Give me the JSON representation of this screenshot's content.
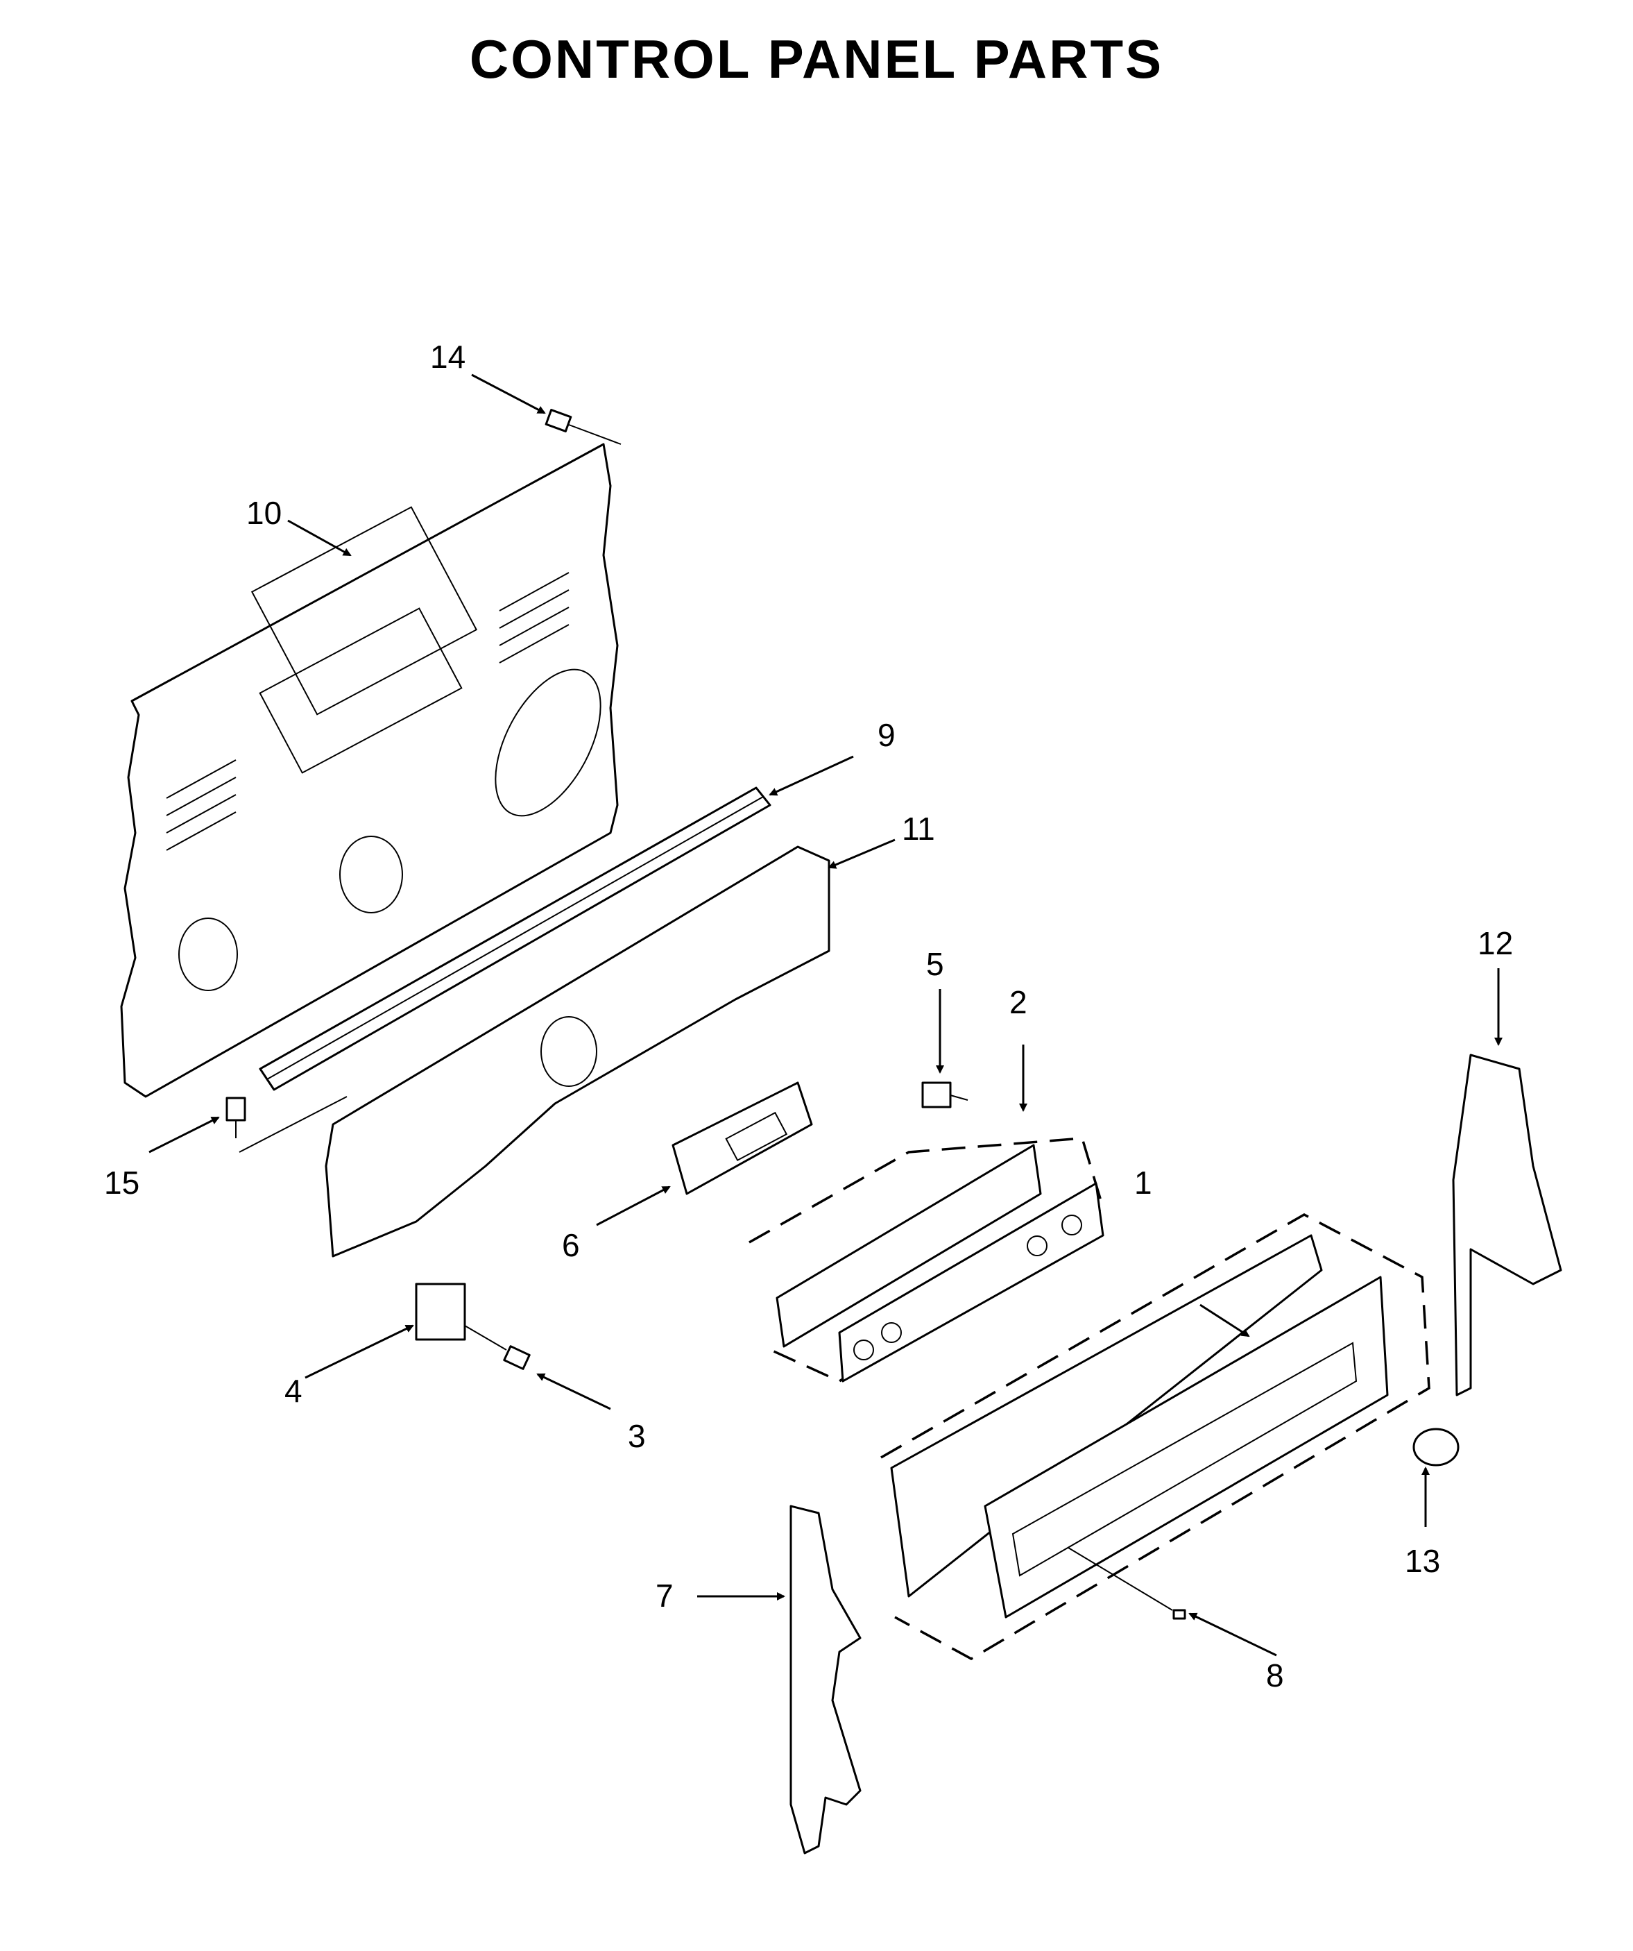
{
  "title": "CONTROL PANEL PARTS",
  "callouts": [
    "1",
    "2",
    "3",
    "4",
    "5",
    "6",
    "7",
    "8",
    "9",
    "10",
    "11",
    "12",
    "13",
    "14",
    "15"
  ]
}
